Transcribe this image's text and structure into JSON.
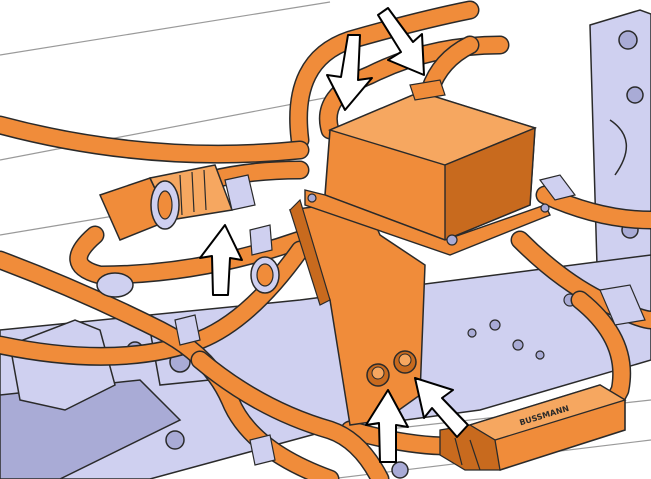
{
  "colors": {
    "background": "#ffffff",
    "cable_orange": "#f08c3a",
    "cable_light": "#f6a760",
    "cable_dark": "#c86a1e",
    "frame_lavender": "#cfd0f0",
    "frame_dark": "#a9abd6",
    "outline": "#2a2a2a",
    "arrow_fill": "#ffffff",
    "arrow_stroke": "#000000"
  },
  "label": {
    "connector_text": "BUSSMANN"
  },
  "callouts": [
    {
      "name": "arrow-top-left",
      "points_to": "harness-top-left-entry"
    },
    {
      "name": "arrow-top-right",
      "points_to": "harness-top-right-entry"
    },
    {
      "name": "arrow-connector",
      "points_to": "connector-clip"
    },
    {
      "name": "arrow-nut-left",
      "points_to": "mounting-nut-left"
    },
    {
      "name": "arrow-nut-right",
      "points_to": "mounting-nut-right"
    }
  ]
}
